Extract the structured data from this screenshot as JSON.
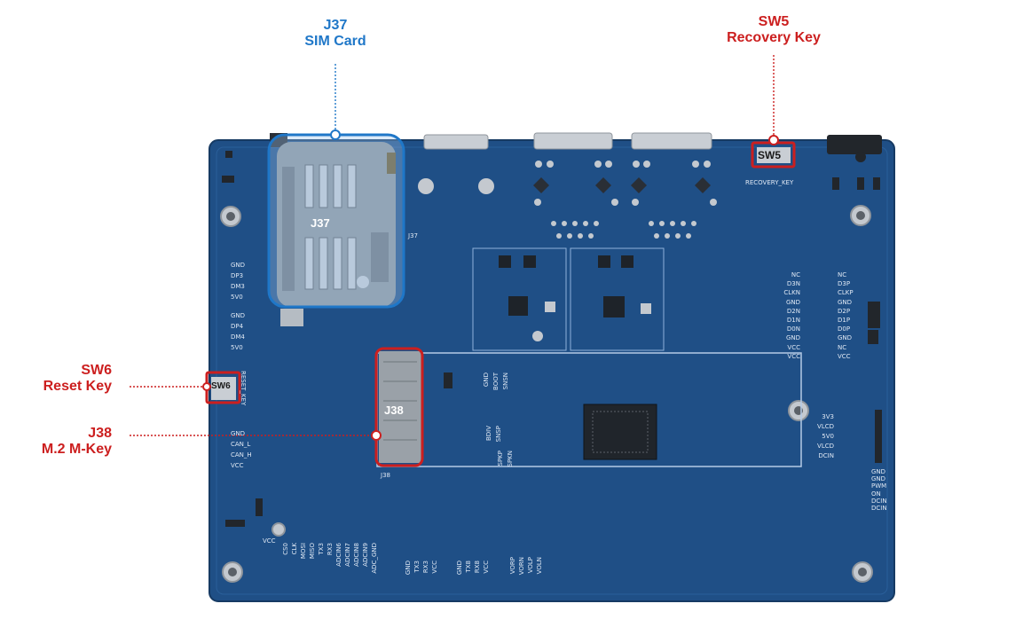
{
  "callouts": {
    "j37": {
      "id": "J37",
      "name": "SIM Card",
      "box_label": "J37",
      "board_mark": "J37"
    },
    "sw5": {
      "id": "SW5",
      "name": "Recovery Key",
      "box_label": "SW5",
      "board_mark": "RECOVERY_KEY"
    },
    "sw6": {
      "id": "SW6",
      "name": "Reset Key",
      "box_label": "SW6",
      "board_mark": "RESET_KEY"
    },
    "j38": {
      "id": "J38",
      "name": "M.2 M-Key",
      "box_label": "J38",
      "board_mark": "J38"
    }
  },
  "colors": {
    "board": "#1f4f86",
    "blue_accent": "#1f77c8",
    "red_accent": "#cc1f1f"
  },
  "silkscreen": {
    "left_usb1": [
      "GND",
      "DP3",
      "DM3",
      "5V0"
    ],
    "left_usb2": [
      "GND",
      "DP4",
      "DM4",
      "5V0"
    ],
    "left_can": [
      "GND",
      "CAN_L",
      "CAN_H",
      "VCC"
    ],
    "right_mipi_left": [
      "NC",
      "D3N",
      "CLKN",
      "GND",
      "D2N",
      "D1N",
      "D0N",
      "GND",
      "VCC",
      "VCC"
    ],
    "right_mipi_right": [
      "NC",
      "D3P",
      "CLKP",
      "GND",
      "D2P",
      "D1P",
      "D0P",
      "GND",
      "NC",
      "VCC"
    ],
    "right_power": [
      "3V3",
      "VLCD",
      "5V0",
      "VLCD",
      "DCIN"
    ],
    "right_edge": [
      "GND",
      "GND",
      "PWM",
      "ON",
      "DCIN",
      "DCIN"
    ],
    "m2_pins_top": [
      "GND",
      "BOOT",
      "SNSN"
    ],
    "m2_pins_mid": [
      "BDIV",
      "SNSP"
    ],
    "m2_pins_bot": [
      "SPKP",
      "SPKN"
    ],
    "bottom_group1": [
      "CS0",
      "CLK",
      "MOSI",
      "MISO",
      "TX3",
      "RX3",
      "ADCIN6",
      "ADCIN7",
      "ADCIN8",
      "ADCIN9",
      "ADC_GND"
    ],
    "bottom_group2": [
      "GND",
      "TX3",
      "RX3",
      "VCC"
    ],
    "bottom_group3": [
      "GND",
      "TX8",
      "RX8",
      "VCC"
    ],
    "bottom_group4": [
      "VORP",
      "VORN",
      "VOLP",
      "VOLN"
    ],
    "vcc_mark": "VCC"
  }
}
